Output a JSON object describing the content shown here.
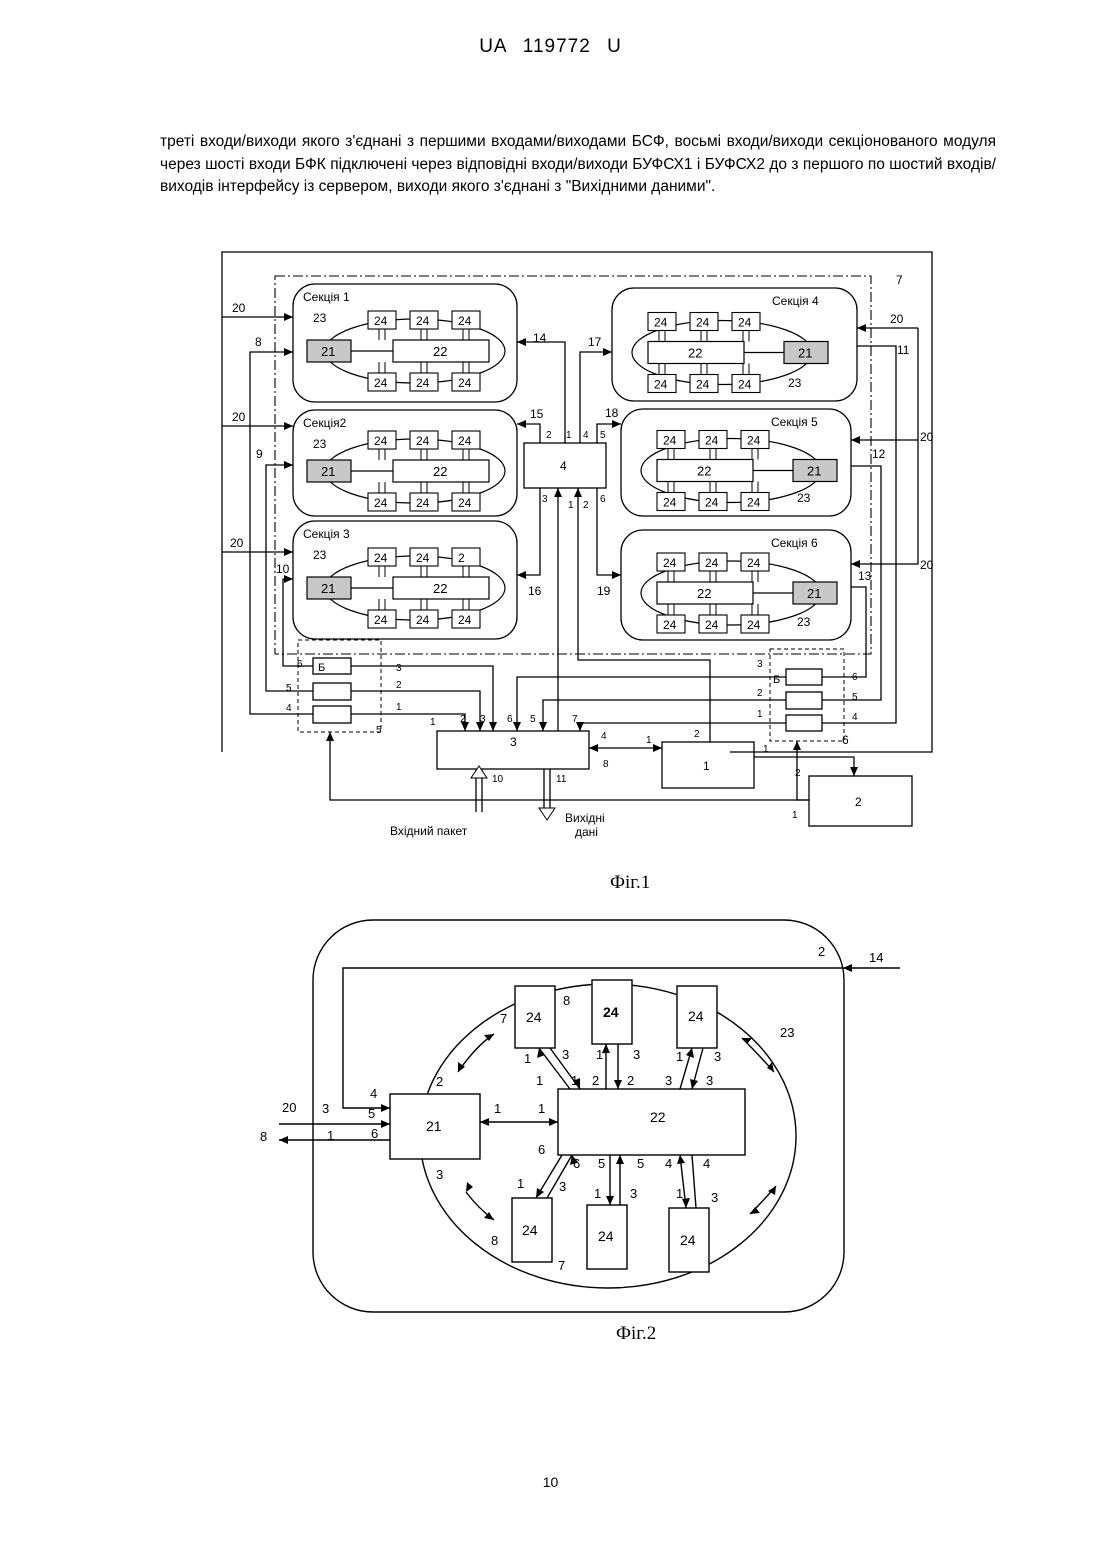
{
  "header": "UA 119772 U",
  "paragraph": "треті входи/виходи якого з'єднані з першими входами/виходами БСФ, восьмі входи/виходи секціонованого модуля через шості входи БФК підключені через відповідні входи/виходи БУФСХ1 і БУФСХ2 до з першого по шостий входів/виходів інтерфейсу із сервером, виходи якого з'єднані з \"Вихідними даними\".",
  "fig1": {
    "caption": "Фіг.1",
    "sections": [
      "Секція 1",
      "Секція2",
      "Секція 3",
      "Секція 4",
      "Секція 5",
      "Секція 6"
    ],
    "block_labels": {
      "module": "21",
      "hub": "22",
      "unit": "24",
      "ring": "23",
      "unit_alt": "2"
    },
    "input_label": "Вхідний пакет",
    "output_label": "Вихідні\nдані",
    "buf_left_label": "Б",
    "buf_right_label": "Б",
    "numbers": {
      "n20": "20",
      "n8": "8",
      "n9": "9",
      "n10": "10",
      "n11": "11",
      "n12": "12",
      "n13": "13",
      "n14": "14",
      "n15": "15",
      "n16": "16",
      "n17": "17",
      "n18": "18",
      "n19": "19",
      "n7": "7",
      "n1": "1",
      "n2": "2",
      "n3": "3",
      "n4": "4",
      "n5": "5",
      "n6": "6"
    }
  },
  "fig2": {
    "caption": "Фіг.2",
    "blocks": {
      "b21": "21",
      "b22": "22",
      "b24": "24"
    },
    "labels": {
      "l14": "14",
      "l2": "2",
      "l20": "20",
      "l8": "8",
      "l23": "23",
      "l1": "1",
      "l3": "3",
      "l4": "4",
      "l5": "5",
      "l6": "6",
      "l7": "7"
    }
  },
  "page_number": "10"
}
